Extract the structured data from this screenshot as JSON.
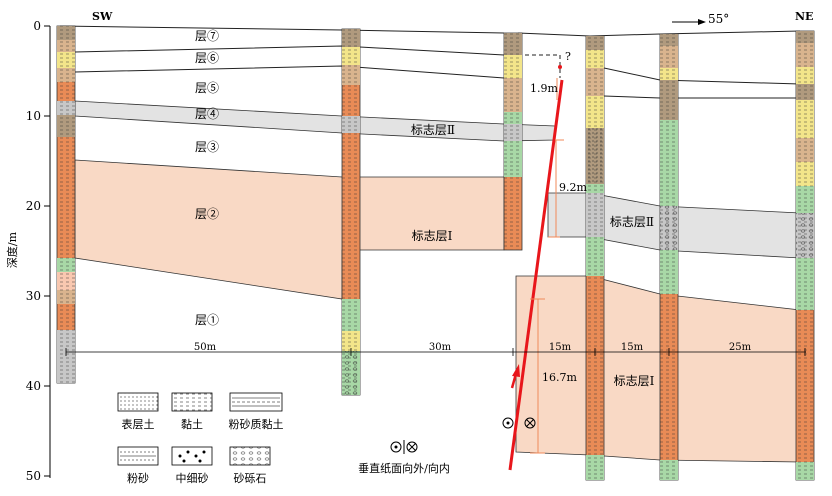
{
  "orientation": {
    "left": "SW",
    "right": "NE",
    "strike": "55°"
  },
  "depth_axis": {
    "label": "深度/m",
    "ticks": [
      "0",
      "10",
      "20",
      "30",
      "40",
      "50"
    ]
  },
  "layers": {
    "l7": "层⑦",
    "l6": "层⑥",
    "l5": "层⑤",
    "l4": "层④",
    "l3": "层③",
    "l2": "层②",
    "l1": "层①"
  },
  "marker_layers": {
    "m2_left": "标志层Ⅱ",
    "m2_right": "标志层Ⅱ",
    "m1_left": "标志层Ⅰ",
    "m1_right": "标志层Ⅰ"
  },
  "distances": [
    "50m",
    "30m",
    "15m",
    "15m",
    "25m"
  ],
  "offsets": {
    "a": "1.9m",
    "b": "9.2m",
    "c": "16.7m",
    "question": "?"
  },
  "legend": {
    "items": [
      "表层土",
      "黏土",
      "粉砂质黏土",
      "粉砂",
      "中细砂",
      "砂砾石"
    ],
    "direction": "垂直纸面向外/向内"
  },
  "colors": {
    "marker1_fill": "#f9d9c5",
    "marker2_fill": "#e3e3e3",
    "fault": "#e8161b",
    "surface_soil": "#b09a7e",
    "clay": "#e98b56",
    "silty_clay": "#f3e58a",
    "silt": "#a8d8a6",
    "fine_sand": "#d9b48e",
    "gravel": "#c7c7c7"
  }
}
